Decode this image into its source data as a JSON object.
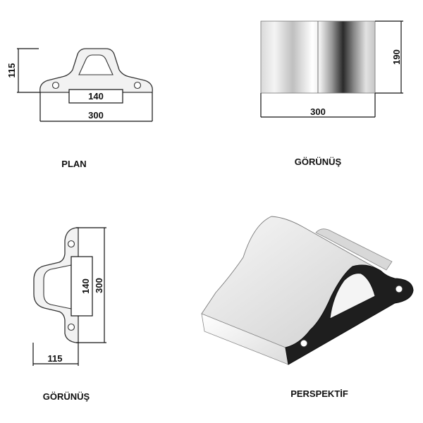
{
  "views": {
    "plan": {
      "caption": "PLAN",
      "dim_height": "115",
      "dim_inner": "140",
      "dim_width": "300"
    },
    "front": {
      "caption": "GÖRÜNÜŞ",
      "dim_height": "190",
      "dim_width": "300"
    },
    "side": {
      "caption": "GÖRÜNÜŞ",
      "dim_inner": "140",
      "dim_length": "300",
      "dim_depth": "115"
    },
    "perspective": {
      "caption": "PERSPEKTİF"
    }
  },
  "colors": {
    "line": "#111111",
    "part_fill": "#f2f2f2",
    "rubber_dark": "#1e1e1e"
  }
}
